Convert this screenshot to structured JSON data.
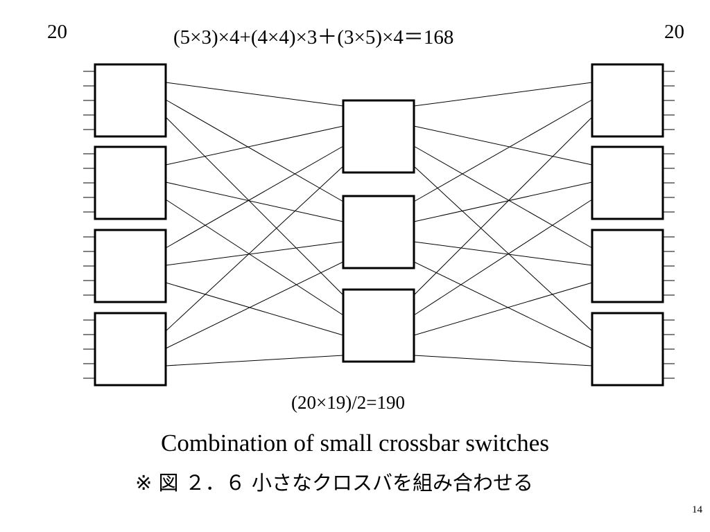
{
  "labels": {
    "left_count": "20",
    "right_count": "20",
    "formula_top": "(5×3)×4+(4×4)×3＋(3×5)×4＝168",
    "formula_mid": "(20×19)/2=190",
    "caption": "Combination of small crossbar switches",
    "caption_jp": "※ 図 ２．６ 小さなクロスバを組み合わせる",
    "page_number": "14"
  },
  "network": {
    "left_switches": 4,
    "middle_switches": 3,
    "right_switches": 4,
    "terminals_per_outer_switch": 5,
    "line_color": "#000000",
    "background": "#ffffff"
  }
}
